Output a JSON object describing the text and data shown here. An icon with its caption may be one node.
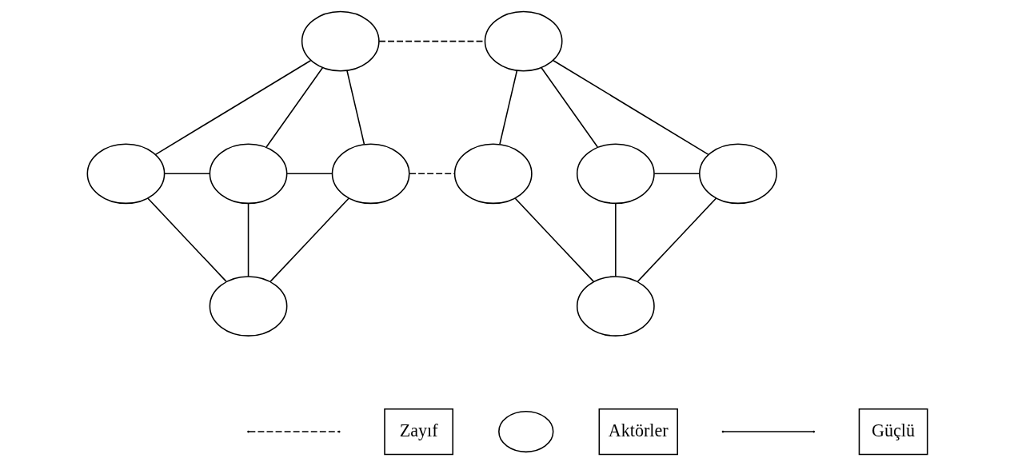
{
  "diagram": {
    "nodes": [
      {
        "text": [],
        "shape": "circle"
      },
      {
        "text": [],
        "shape": "circle"
      },
      {
        "text": [],
        "shape": "circle"
      },
      {
        "text": [],
        "shape": "circle"
      },
      {
        "text": [],
        "shape": "circle"
      },
      {
        "text": [],
        "shape": "circle"
      },
      {
        "text": [],
        "shape": "circle"
      },
      {
        "text": [],
        "shape": "circle"
      },
      {
        "text": [],
        "shape": "circle"
      },
      {
        "text": [],
        "shape": "circle"
      },
      {
        "text": [],
        "shape": "circle"
      }
    ],
    "edges": [
      {
        "from": 0,
        "to": 5,
        "arrow": "none",
        "style": "dashed"
      },
      {
        "from": 0,
        "to": 1,
        "arrow": "none"
      },
      {
        "from": 0,
        "to": 2,
        "arrow": "none"
      },
      {
        "from": 0,
        "to": 3,
        "arrow": "none"
      },
      {
        "from": 1,
        "to": 2,
        "arrow": "none"
      },
      {
        "from": 2,
        "to": 3,
        "arrow": "none"
      },
      {
        "from": 3,
        "to": 6,
        "arrow": "none",
        "style": "dashed"
      },
      {
        "from": 1,
        "to": 4,
        "arrow": "none"
      },
      {
        "from": 2,
        "to": 4,
        "arrow": "none"
      },
      {
        "from": 3,
        "to": 4,
        "arrow": "none"
      },
      {
        "from": 5,
        "to": 6,
        "arrow": "none"
      },
      {
        "from": 5,
        "to": 7,
        "arrow": "none"
      },
      {
        "from": 5,
        "to": 8,
        "arrow": "none"
      },
      {
        "from": 7,
        "to": 8,
        "arrow": "none"
      },
      {
        "from": 6,
        "to": 9,
        "arrow": "none"
      },
      {
        "from": 7,
        "to": 9,
        "arrow": "none"
      },
      {
        "from": 8,
        "to": 9,
        "arrow": "none"
      }
    ],
    "legend": [
      {
        "text": "Zayıf"
      },
      {
        "text": "Aktörler"
      },
      {
        "text": "Güçlü"
      }
    ]
  }
}
